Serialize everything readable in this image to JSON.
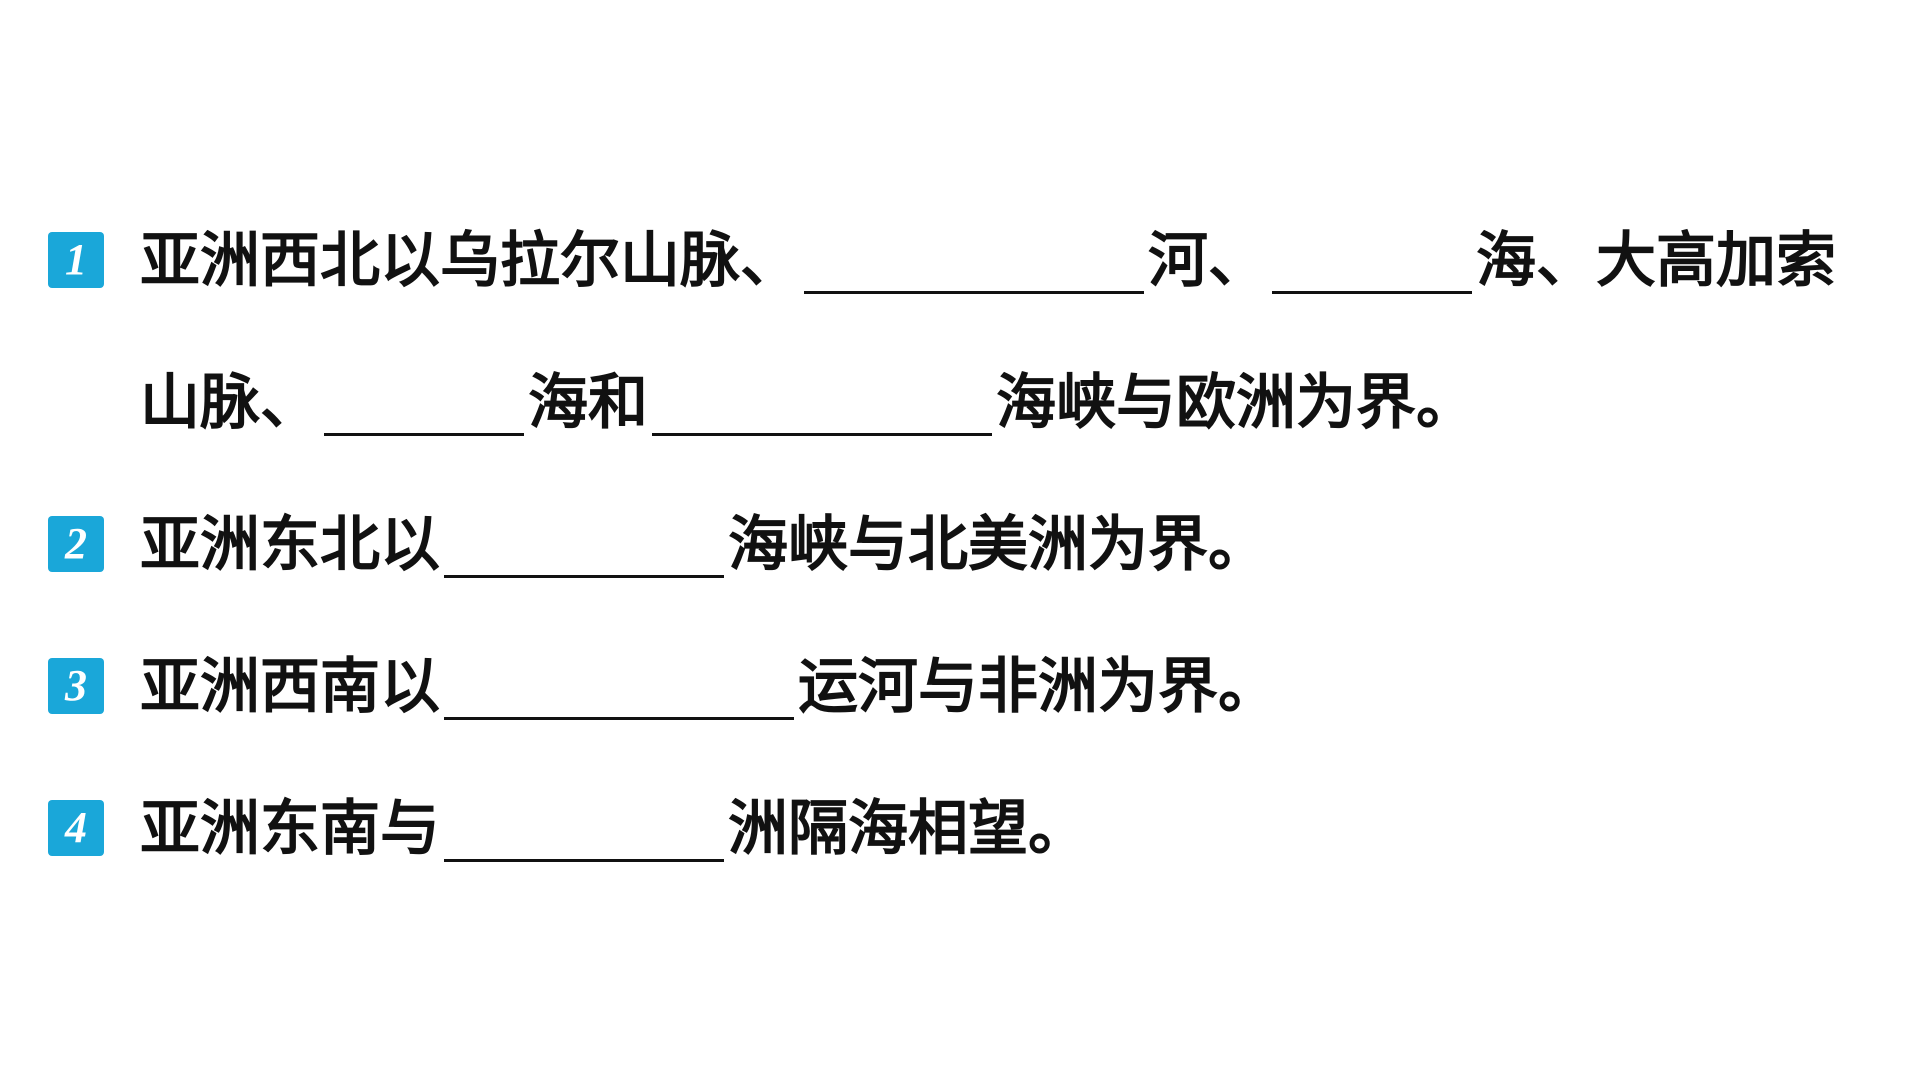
{
  "questions": [
    {
      "number": "1",
      "lines": [
        {
          "segments": [
            "亚洲西北以乌拉尔山脉、",
            "河、",
            "海、大高加索"
          ]
        },
        {
          "segments": [
            "山脉、",
            "海和",
            "海峡与欧洲为界。"
          ]
        }
      ]
    },
    {
      "number": "2",
      "lines": [
        {
          "segments": [
            "亚洲东北以",
            "海峡与北美洲为界。"
          ]
        }
      ]
    },
    {
      "number": "3",
      "lines": [
        {
          "segments": [
            "亚洲西南以",
            "运河与非洲为界。"
          ]
        }
      ]
    },
    {
      "number": "4",
      "lines": [
        {
          "segments": [
            "亚洲东南与",
            "洲隔海相望。"
          ]
        }
      ]
    }
  ],
  "colors": {
    "badge": "#1aa7d9",
    "text": "#111111",
    "background": "#ffffff"
  }
}
